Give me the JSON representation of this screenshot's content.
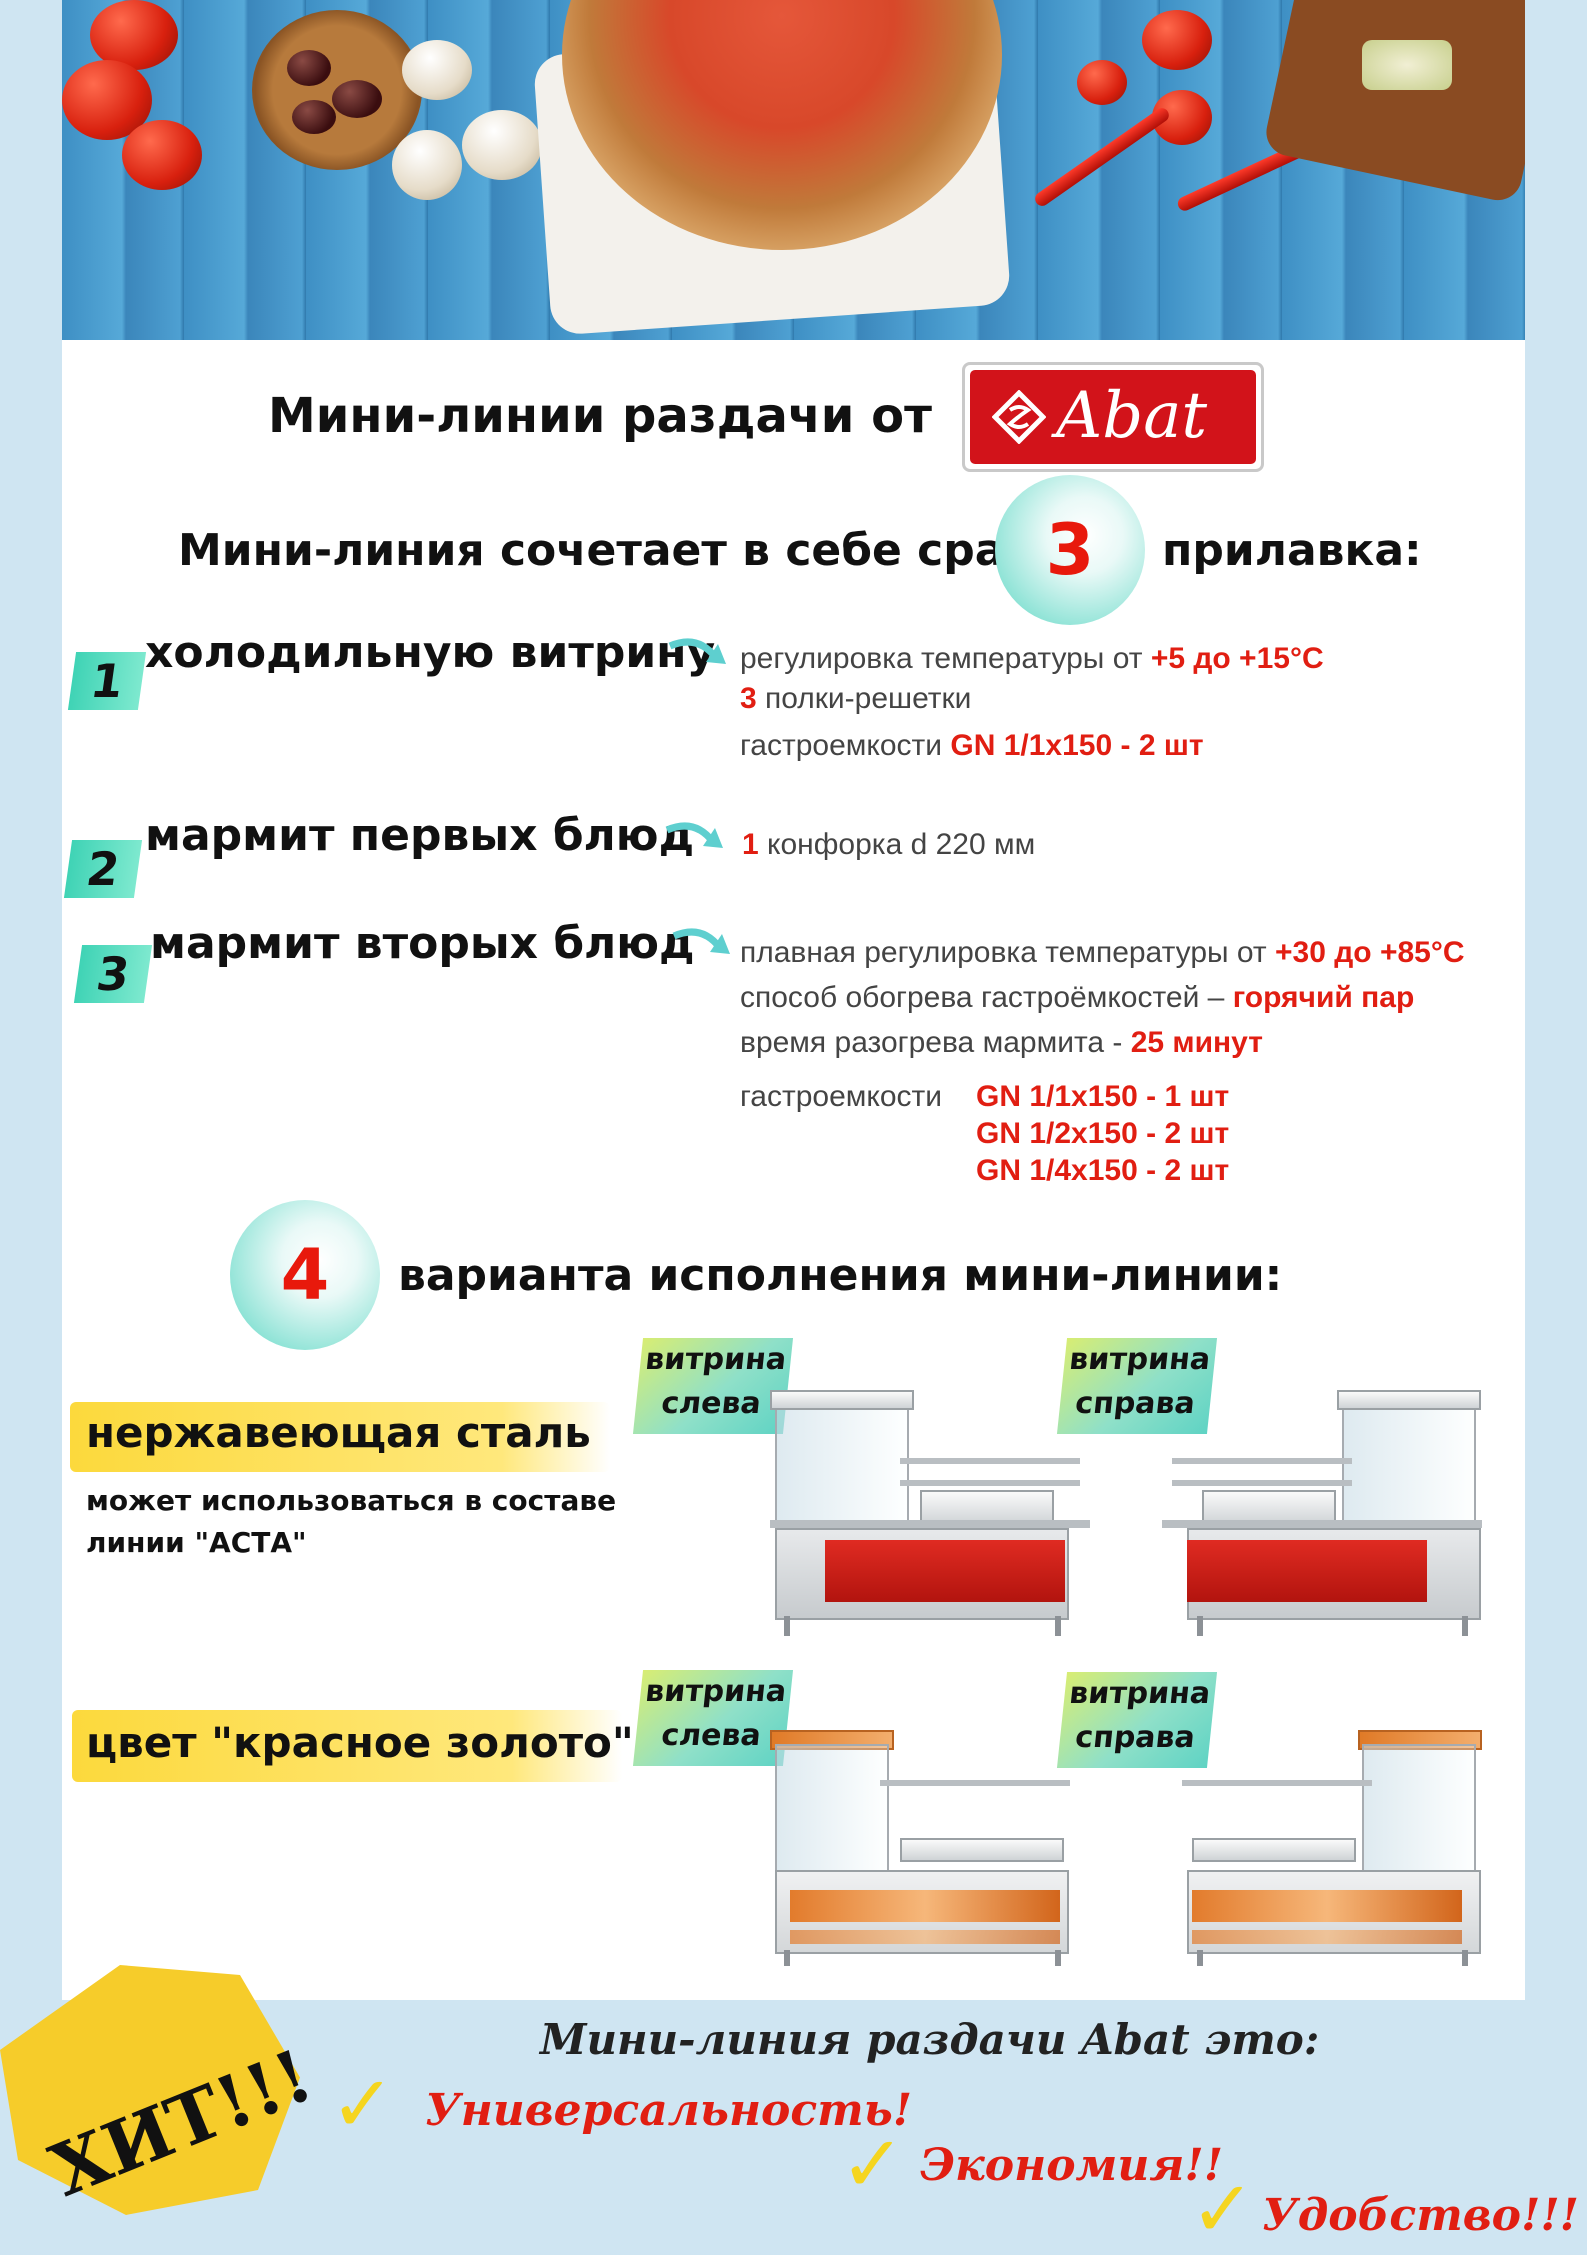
{
  "header": {
    "title": "Мини-линии раздачи от",
    "brand": "Abat",
    "brand_color": "#d2131a"
  },
  "intro": {
    "before": "Мини-линия сочетает в себе сразу",
    "count": "3",
    "after": "прилавка:"
  },
  "counters": [
    {
      "number": "1",
      "name": "холодильную витрину",
      "specs": [
        {
          "text": "регулировка температуры от ",
          "accent": "+5 до +15°C"
        },
        {
          "prefix_accent": "3",
          "text": " полки-решетки"
        },
        {
          "text": "гастроемкости ",
          "accent": "GN 1/1x150 - 2 шт"
        }
      ]
    },
    {
      "number": "2",
      "name": "мармит первых блюд",
      "specs": [
        {
          "prefix_accent": "1",
          "text": " конфорка d 220 мм"
        }
      ]
    },
    {
      "number": "3",
      "name": "мармит вторых блюд",
      "specs": [
        {
          "text": "плавная регулировка температуры от ",
          "accent": "+30 до +85°C"
        },
        {
          "text": "способ обогрева гастроёмкостей – ",
          "accent": "горячий пар"
        },
        {
          "text": "время разогрева мармита - ",
          "accent": "25 минут"
        },
        {
          "text": "гастроемкости ",
          "accent": "GN 1/1x150 - 1 шт"
        },
        {
          "accent": "GN 1/2x150 - 2 шт"
        },
        {
          "accent": "GN 1/4x150 - 2 шт"
        }
      ]
    }
  ],
  "variants": {
    "count": "4",
    "heading": "варианта исполнения мини-линии:",
    "stainless": {
      "label": "нержавеющая сталь",
      "note_line1": "может использоваться в составе",
      "note_line2": "линии \"АСТА\""
    },
    "gold": {
      "label": "цвет \"красное золото\""
    },
    "badge_left_l1": "витрина",
    "badge_left_l2": "слева",
    "badge_right_l1": "витрина",
    "badge_right_l2": "справа"
  },
  "footer": {
    "hit": "ХИТ!!!",
    "title": "Мини-линия раздачи Abat это:",
    "benefits": [
      "Универсальность!",
      "Экономия!!",
      "Удобство!!!"
    ]
  },
  "colors": {
    "accent_red": "#e11e12",
    "teal": "#5fd3c4",
    "yellow": "#fcd93c",
    "page_bg": "#cfe5f2"
  }
}
